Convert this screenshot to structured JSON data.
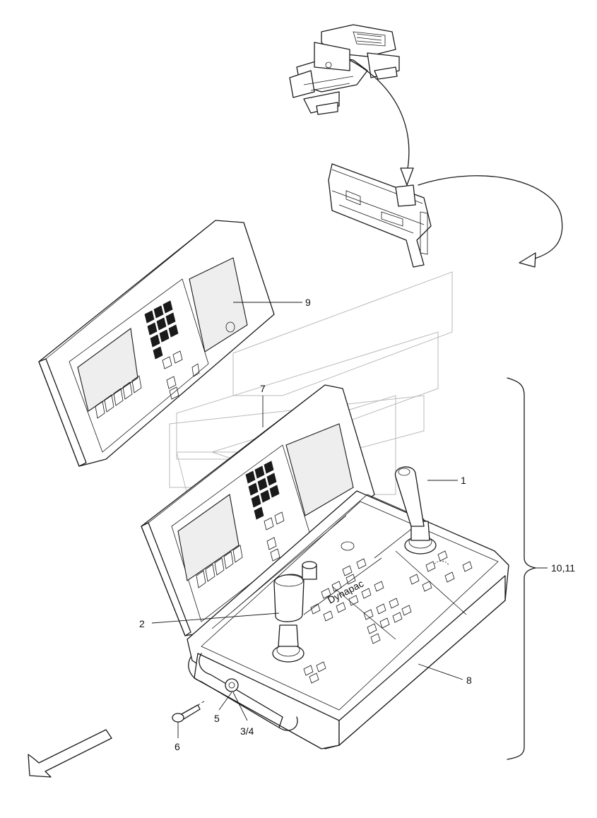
{
  "diagram": {
    "callouts": {
      "c1": "1",
      "c2": "2",
      "c34": "3/4",
      "c5": "5",
      "c6": "6",
      "c7": "7",
      "c8": "8",
      "c9": "9",
      "c1011": "10,11"
    },
    "panel_brand": "Dynapac"
  }
}
